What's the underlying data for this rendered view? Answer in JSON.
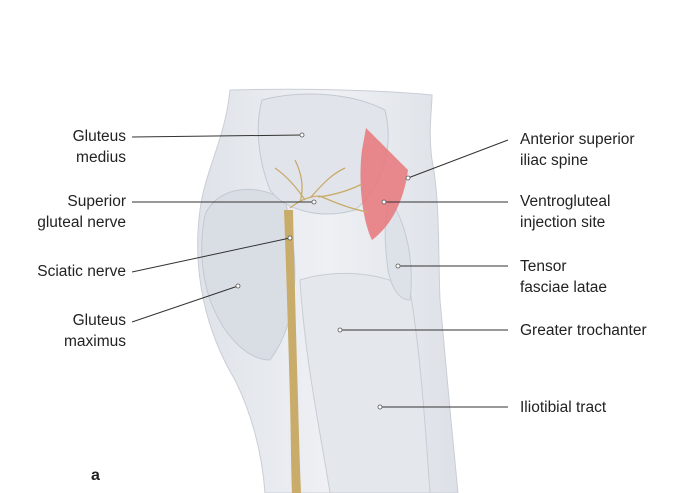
{
  "panel_letter": "a",
  "labels": {
    "gluteus_medius": [
      "Gluteus",
      "medius"
    ],
    "superior_gluteal_nerve": [
      "Superior",
      "gluteal nerve"
    ],
    "sciatic_nerve": [
      "Sciatic nerve"
    ],
    "gluteus_maximus": [
      "Gluteus",
      "maximus"
    ],
    "asis": [
      "Anterior superior",
      "iliac spine"
    ],
    "ventrogluteal": [
      "Ventrogluteal",
      "injection site"
    ],
    "tensor": [
      "Tensor",
      "fasciae latae"
    ],
    "greater_trochanter": [
      "Greater trochanter"
    ],
    "iliotibial_tract": [
      "Iliotibial tract"
    ]
  },
  "colors": {
    "injection_site": "#e8777a",
    "nerve": "#c9ab6a",
    "muscle_fill": "#e6e9ee",
    "leader": "#333333"
  }
}
